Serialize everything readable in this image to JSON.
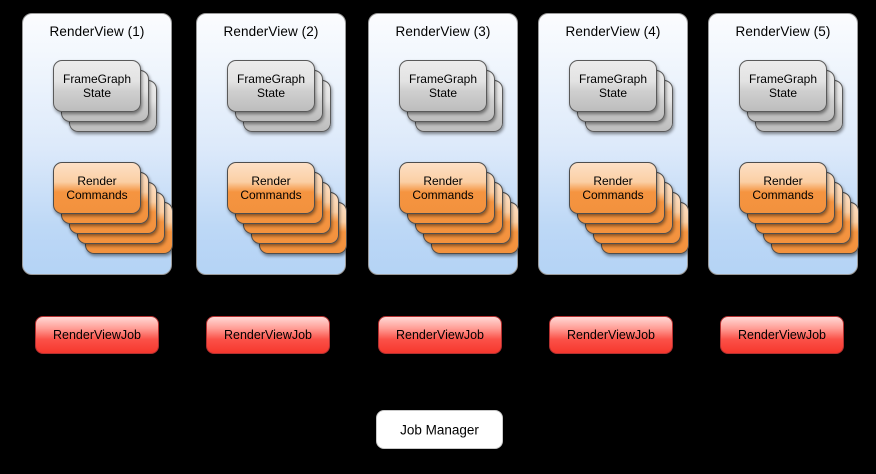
{
  "diagram": {
    "background_color": "#000000",
    "panel_gradient_top": "#fbfcfe",
    "panel_gradient_bottom": "#b4d3f5",
    "framegraph_card_color": "#d6d6d6",
    "render_commands_card_color": "#f5943f",
    "job_pill_color": "#f6372d",
    "job_manager_color": "#ffffff"
  },
  "render_views": [
    {
      "title": "RenderView (1)",
      "framegraph": {
        "label": "FrameGraph\nState",
        "count": 3
      },
      "render_commands": {
        "label": "Render\nCommands",
        "count": 5
      },
      "job": {
        "label": "RenderViewJob"
      }
    },
    {
      "title": "RenderView (2)",
      "framegraph": {
        "label": "FrameGraph\nState",
        "count": 3
      },
      "render_commands": {
        "label": "Render\nCommands",
        "count": 5
      },
      "job": {
        "label": "RenderViewJob"
      }
    },
    {
      "title": "RenderView (3)",
      "framegraph": {
        "label": "FrameGraph\nState",
        "count": 3
      },
      "render_commands": {
        "label": "Render\nCommands",
        "count": 5
      },
      "job": {
        "label": "RenderViewJob"
      }
    },
    {
      "title": "RenderView (4)",
      "framegraph": {
        "label": "FrameGraph\nState",
        "count": 3
      },
      "render_commands": {
        "label": "Render\nCommands",
        "count": 5
      },
      "job": {
        "label": "RenderViewJob"
      }
    },
    {
      "title": "RenderView (5)",
      "framegraph": {
        "label": "FrameGraph\nState",
        "count": 3
      },
      "render_commands": {
        "label": "Render\nCommands",
        "count": 5
      },
      "job": {
        "label": "RenderViewJob"
      }
    }
  ],
  "job_manager": {
    "label": "Job Manager"
  },
  "layout": {
    "panel_left_positions": [
      22,
      196,
      368,
      538,
      708
    ],
    "job_left_positions": [
      35,
      206,
      378,
      549,
      720
    ]
  }
}
